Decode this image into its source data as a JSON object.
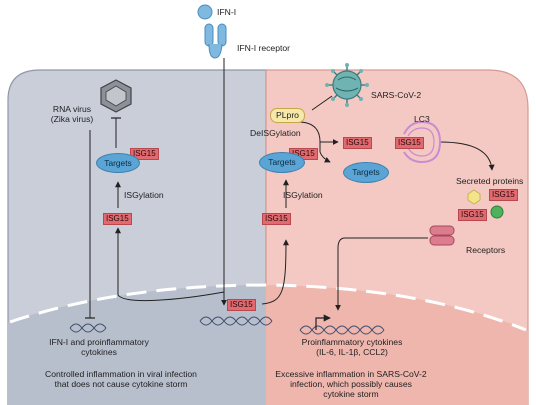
{
  "ligand": "IFN-I",
  "receptor": "IFN-I receptor",
  "left_cell": {
    "virus_label": "RNA virus\n(Zika virus)",
    "tag_top": "ISG15",
    "targets": "Targets",
    "process": "ISGylation",
    "tag_free": "ISG15",
    "gene_output": "IFN-I and proinflammatory\ncytokines",
    "outcome": "Controlled inflammation in viral infection\nthat does not cause cytokine storm"
  },
  "right_cell": {
    "virus_label": "SARS-CoV-2",
    "protease": "PLpro",
    "process_removal": "DeISGylation",
    "tag_targets": "ISG15",
    "targets": "Targets",
    "process": "ISGylation",
    "tag_free": "ISG15",
    "tag_released": "ISG15",
    "tag_lc3": "ISG15",
    "lc3": "LC3",
    "targets_released": "Targets",
    "gene_tag": "ISG15",
    "gene_output": "Proinflammatory cytokines\n(IL-6, IL-1β, CCL2)",
    "outcome": "Excessive inflammation in SARS-CoV-2\ninfection, which possibly causes\ncytokine storm"
  },
  "extracellular": {
    "secreted": "Secreted proteins",
    "tag_1": "ISG15",
    "tag_2": "ISG15",
    "receptors": "Receptors"
  },
  "colors": {
    "left_cell": "#c9ced9",
    "right_cell": "#f4c9c3",
    "isg15_tag": "#e06a6f",
    "targets": "#5aa5d6",
    "plpro": "#f6e8a8",
    "ifn": "#7fb9e0",
    "virus": "#6fb3b2"
  }
}
